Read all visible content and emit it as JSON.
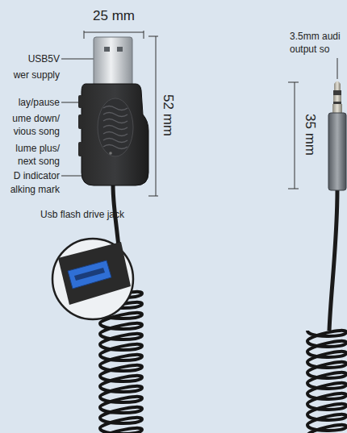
{
  "diagram": {
    "labels": [
      "USB5V",
      "wer supply",
      "lay/pause",
      "ume down/ vious song",
      "lume plus/ next song",
      "D indicator",
      "alking mark",
      "Usb flash drive jack",
      "25 mm",
      "52 mm",
      "35 mm",
      "3.5mm audi output so"
    ]
  }
}
